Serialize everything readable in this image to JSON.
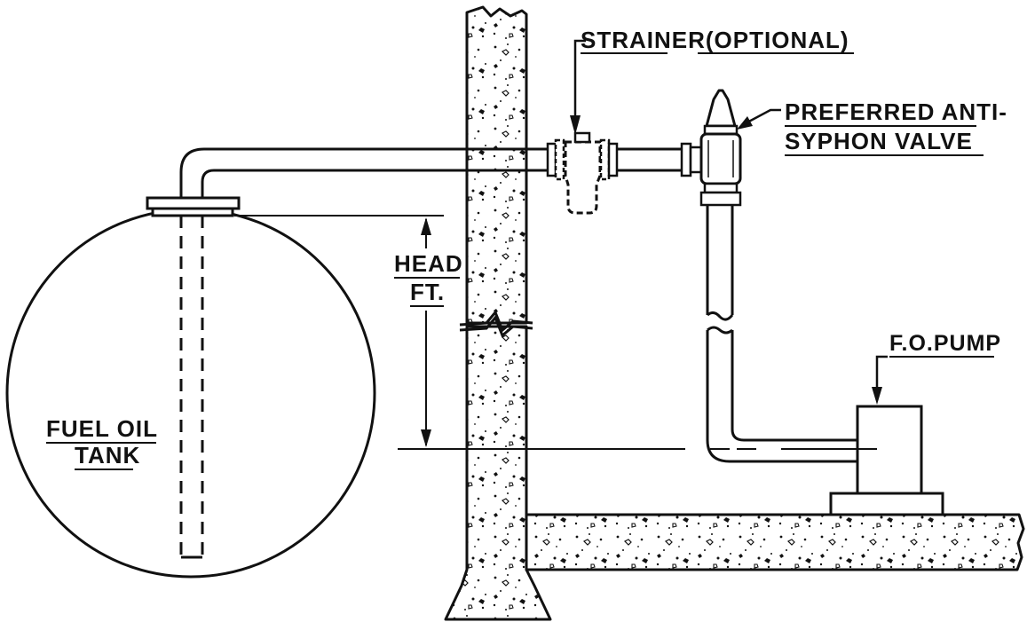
{
  "labels": {
    "strainer": "STRAINER(OPTIONAL)",
    "valve_line1": "PREFERRED ANTI-",
    "valve_line2": "SYPHON VALVE",
    "head_line1": "HEAD",
    "head_line2": "FT.",
    "pump": "F.O.PUMP",
    "tank_line1": "FUEL OIL",
    "tank_line2": "TANK"
  },
  "colors": {
    "ink": "#111111",
    "paper": "#ffffff"
  }
}
